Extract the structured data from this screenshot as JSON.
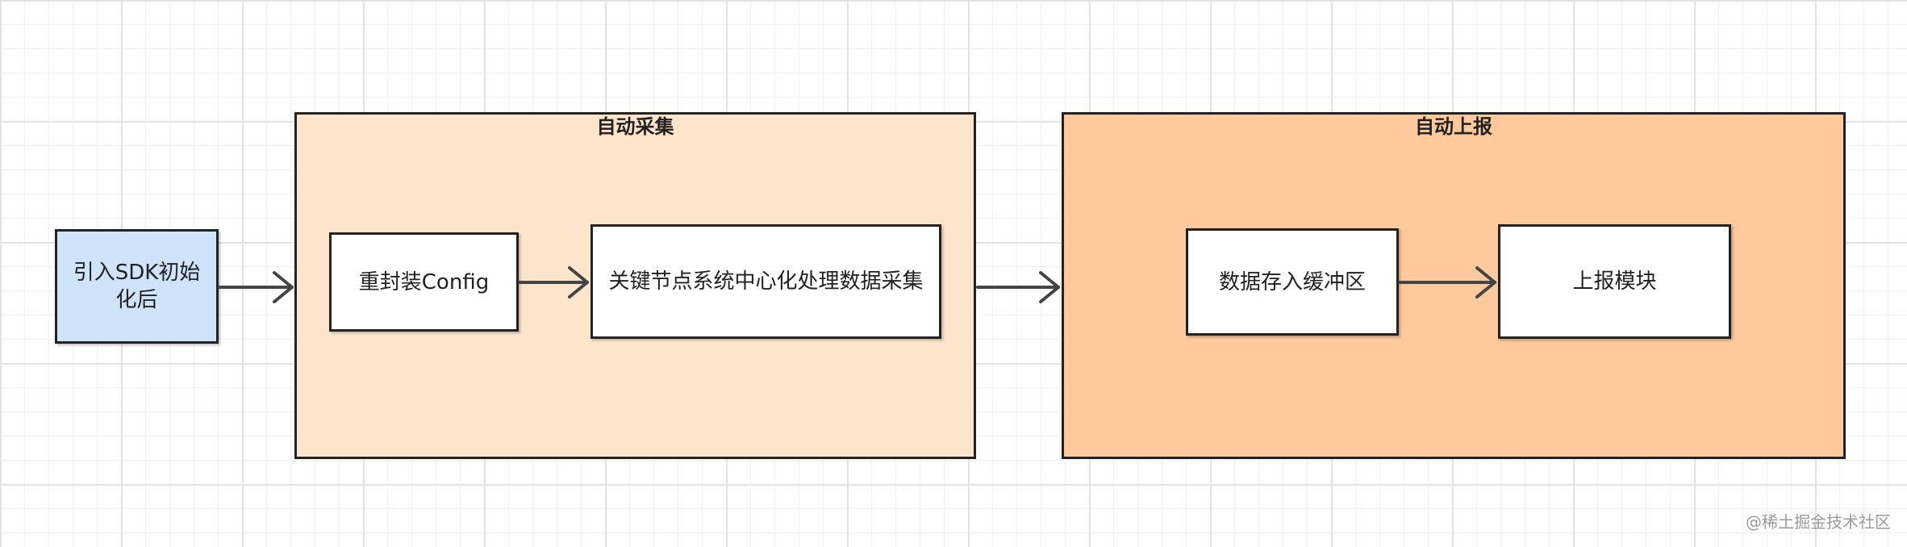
{
  "colors": {
    "start_fill": "#cfe3fb",
    "group_collect_fill": "#fde5cc",
    "group_report_fill": "#fdc99d",
    "node_fill": "#ffffff",
    "stroke": "#222222",
    "arrow": "#444444"
  },
  "start_node": {
    "line1": "引入SDK初始",
    "line2": "化后"
  },
  "groups": {
    "collect": {
      "title": "自动采集",
      "nodes": {
        "repackage": "重封装Config",
        "key_nodes": "关键节点系统中心化处理数据采集"
      }
    },
    "report": {
      "title": "自动上报",
      "nodes": {
        "buffer": "数据存入缓冲区",
        "report_module": "上报模块"
      }
    }
  },
  "watermark": "@稀土掘金技术社区"
}
